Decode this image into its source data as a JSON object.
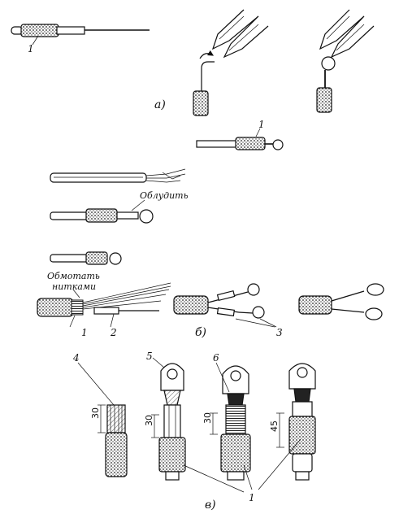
{
  "sections": {
    "a": "а)",
    "b": "б)",
    "c": "в)"
  },
  "notes": {
    "tin": "Облудить",
    "wrap_line1": "Обмотать",
    "wrap_line2": "нитками"
  },
  "callouts": {
    "n1_top": "1",
    "n1_ring": "1",
    "n1_b": "1",
    "n2_b": "2",
    "n3_b": "3",
    "n4": "4",
    "n5": "5",
    "n6": "6",
    "n1_c": "1"
  },
  "dimensions": {
    "d1": "30",
    "d2": "30",
    "d3": "30",
    "d4": "45"
  }
}
